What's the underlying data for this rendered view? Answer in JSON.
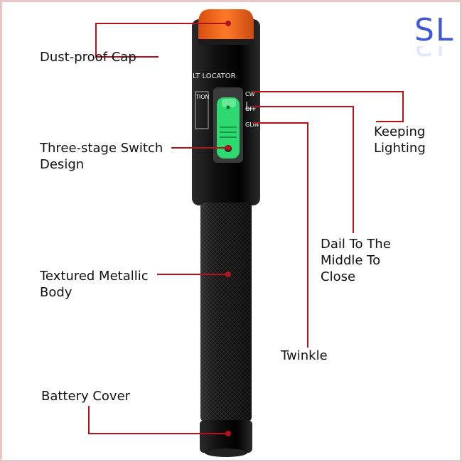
{
  "brand": {
    "logo_text": "SL",
    "accent": "#3f59d6"
  },
  "product": {
    "device_text": "LT LOCATOR",
    "warning_text": "TION",
    "switch_marks": [
      "CW",
      "OFF",
      "GLINT"
    ],
    "colors": {
      "body": "#111111",
      "cap": "#f06a21",
      "switch": "#35e07a",
      "leader": "#b5121b"
    }
  },
  "callouts": {
    "dust_cap": "Dust-proof Cap",
    "switch": "Three-stage Switch\nDesign",
    "body": "Textured Metallic\nBody",
    "battery": "Battery Cover",
    "keeping": "Keeping\nLighting",
    "middle": "Dail To The\nMiddle To\nClose",
    "twinkle": "Twinkle"
  }
}
